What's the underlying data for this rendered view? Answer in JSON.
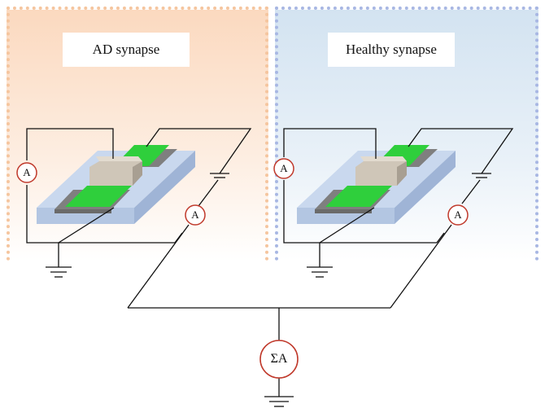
{
  "panels": {
    "ad": {
      "title": "AD synapse"
    },
    "healthy": {
      "title": "Healthy synapse"
    }
  },
  "meters": {
    "ammeter_label": "A",
    "sum_label": "ΣA"
  },
  "colors": {
    "ad_panel_border": "#f5c59e",
    "healthy_panel_border": "#a8b7e3",
    "meter_ring": "#c0392b",
    "channel_green": "#2ecc40",
    "substrate_blue": "#c9d8ee"
  }
}
